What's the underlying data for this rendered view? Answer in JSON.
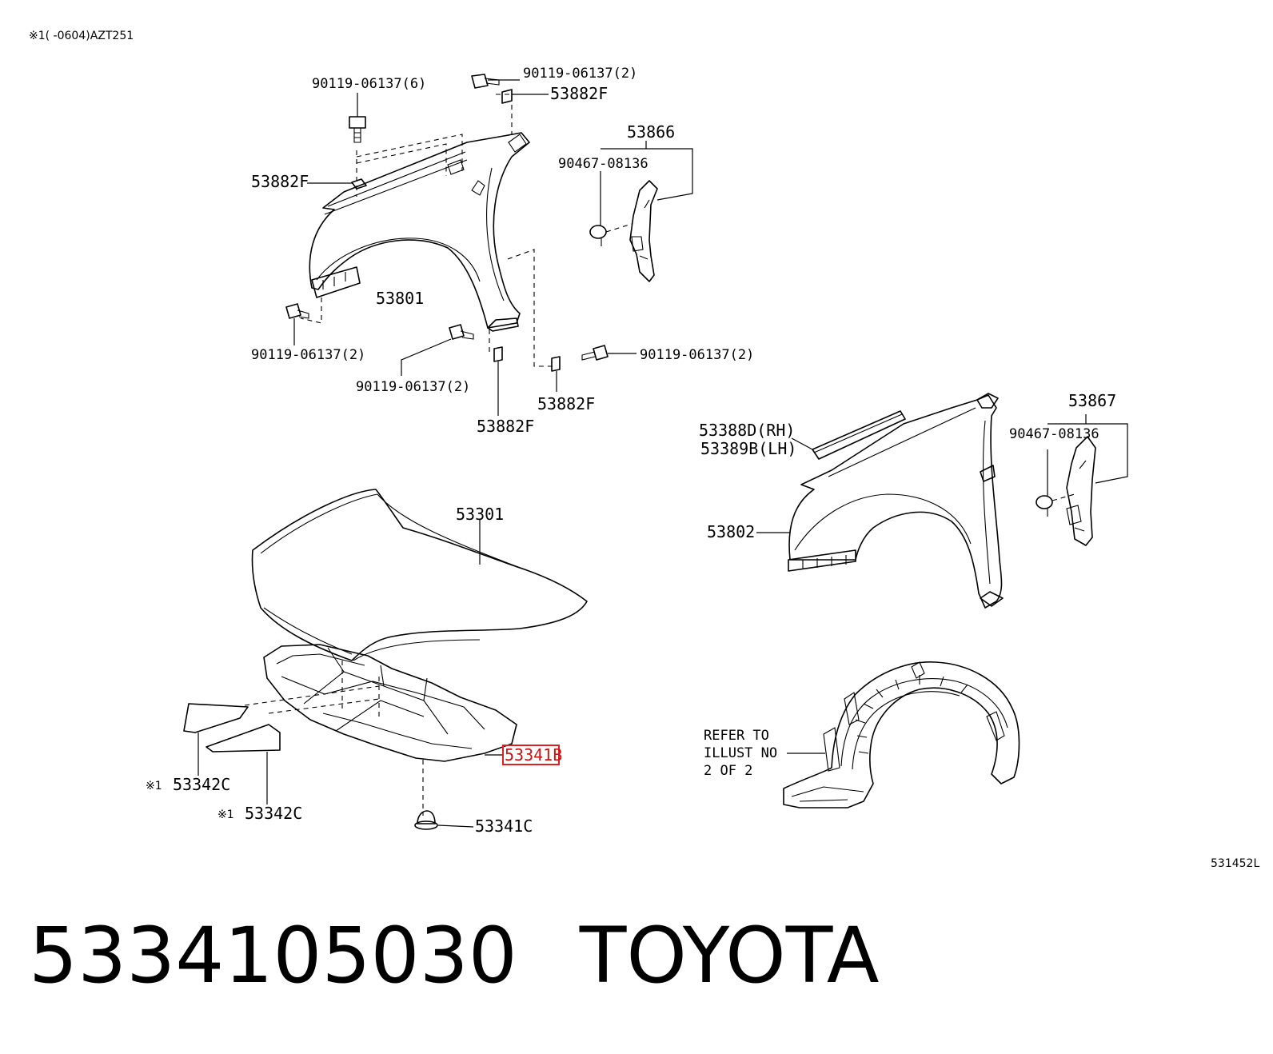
{
  "header_note": "※1(      -0604)AZT251",
  "figure_code": "531452L",
  "footer": {
    "part_number": "5334105030",
    "brand": "TOYOTA"
  },
  "labels": {
    "bolt_6": "90119-06137(6)",
    "bolt_top": "90119-06137(2)",
    "seal_top": "53882F",
    "seal_left": "53882F",
    "bracket_rh": "53866",
    "clip_rh": "90467-08136",
    "fender_rh": "53801",
    "bolt_left": "90119-06137(2)",
    "bolt_mid": "90119-06137(2)",
    "bolt_right": "90119-06137(2)",
    "seal_right": "53882F",
    "seal_bottom": "53882F",
    "bracket_lh": "53867",
    "seal_rh": "53388D(RH)",
    "seal_lh": "53389B(LH)",
    "clip_lh": "90467-08136",
    "fender_lh": "53802",
    "hood": "53301",
    "insulator": "53341B",
    "cover_a": "53342C",
    "cover_b": "53342C",
    "cover_a_mark": "※1",
    "cover_b_mark": "※1",
    "clip_insulator": "53341C",
    "refer_line1": "REFER TO",
    "refer_line2": "ILLUST NO",
    "refer_line3": "2 OF 2"
  },
  "colors": {
    "highlight": "#e02020",
    "ink": "#000000",
    "background": "#ffffff"
  }
}
